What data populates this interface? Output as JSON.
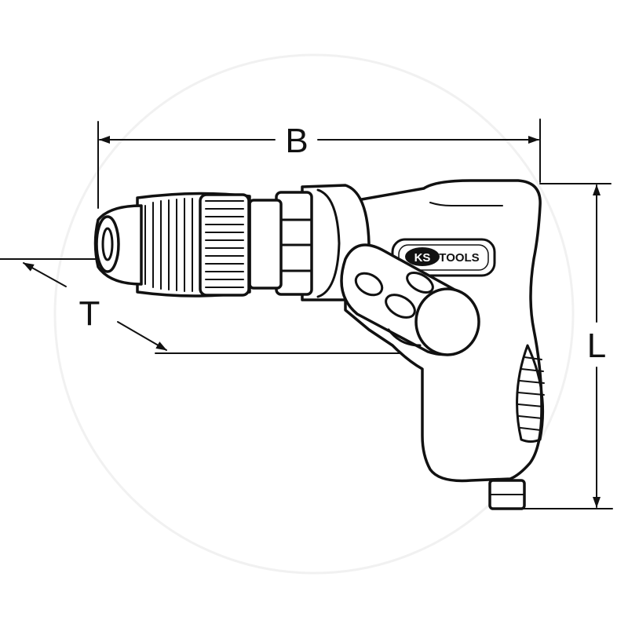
{
  "dimensions": {
    "width_label": "B",
    "depth_label": "T",
    "height_label": "L"
  },
  "logo": {
    "brand_a": "KS",
    "brand_b": "TOOLS"
  },
  "colors": {
    "line": "#111111",
    "background": "#ffffff"
  }
}
